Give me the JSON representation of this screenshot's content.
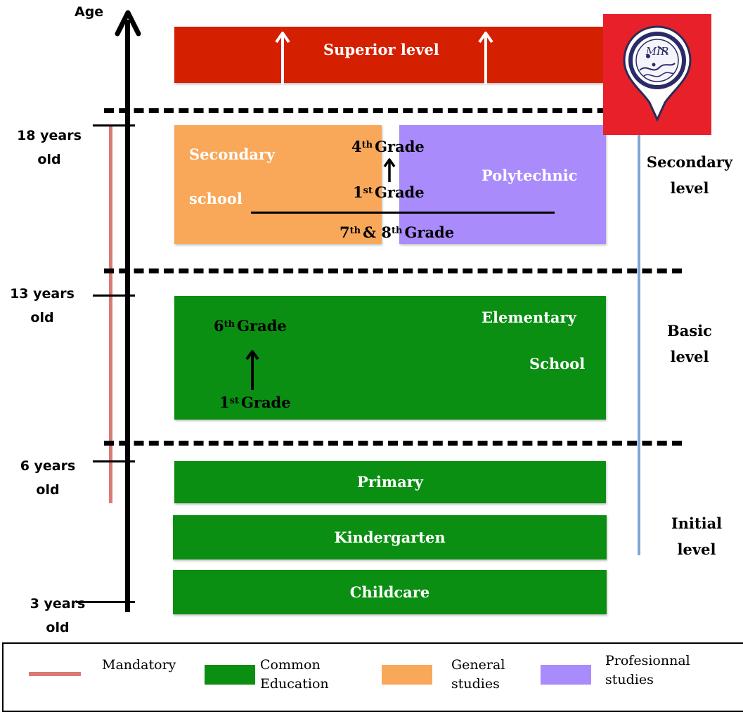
{
  "axis": {
    "title": "Age"
  },
  "ages": {
    "a18": {
      "line1": "18 years",
      "line2": "old"
    },
    "a13": {
      "line1": "13 years",
      "line2": "old"
    },
    "a6": {
      "line1": "6 years",
      "line2": "old"
    },
    "a3": {
      "line1": "3 years",
      "line2": "old"
    }
  },
  "levels": {
    "secondary": {
      "line1": "Secondary",
      "line2": "level"
    },
    "basic": {
      "line1": "Basic",
      "line2": "level"
    },
    "initial": {
      "line1": "Initial",
      "line2": "level"
    }
  },
  "boxes": {
    "superior": "Superior level",
    "secondary_school_line1": "Secondary",
    "secondary_school_line2": "school",
    "polytechnic": "Polytechnic",
    "grade_4": {
      "num": "4",
      "sup": "th",
      "word": "Grade"
    },
    "grade_1_sec": {
      "num": "1",
      "sup": "st",
      "word": "Grade"
    },
    "grade_78": {
      "num1": "7",
      "sup1": "th",
      "amp": "& 8",
      "sup2": "th",
      "word": "Grade"
    },
    "elementary_line1": "Elementary",
    "elementary_line2": "School",
    "grade_6": {
      "num": "6",
      "sup": "th",
      "word": "Grade"
    },
    "grade_1_elem": {
      "num": "1",
      "sup": "st",
      "word": "Grade"
    },
    "primary": "Primary",
    "kindergarten": "Kindergarten",
    "childcare": "Childcare"
  },
  "logo": {
    "text": "MIR"
  },
  "legend": {
    "mandatory": "Mandatory",
    "common_line1": "Common",
    "common_line2": "Education",
    "general_line1": "General",
    "general_line2": "studies",
    "professional_line1": "Profesionnal",
    "professional_line2": "studies"
  },
  "colors": {
    "red": "#d42000",
    "orange": "#f9a85a",
    "purple": "#a98bfc",
    "green": "#0a8f12",
    "mandatory": "#d97b74",
    "blue_arrow": "#7fa6d4",
    "logo_bg": "#e8202a"
  }
}
